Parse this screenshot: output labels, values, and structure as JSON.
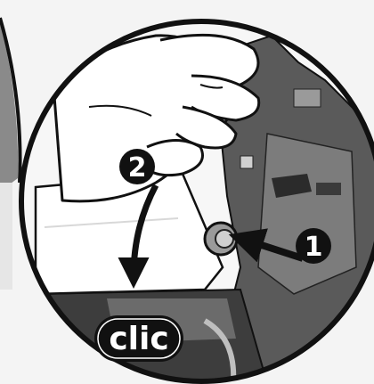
{
  "steps": [
    {
      "number": "1"
    },
    {
      "number": "2"
    }
  ],
  "sound_label": "clic",
  "colors": {
    "outline": "#111111",
    "device_dark": "#3a3a3a",
    "device_mid": "#6b6b6b",
    "device_light": "#9a9a9a",
    "paper": "#ffffff",
    "background": "#f4f4f4"
  }
}
